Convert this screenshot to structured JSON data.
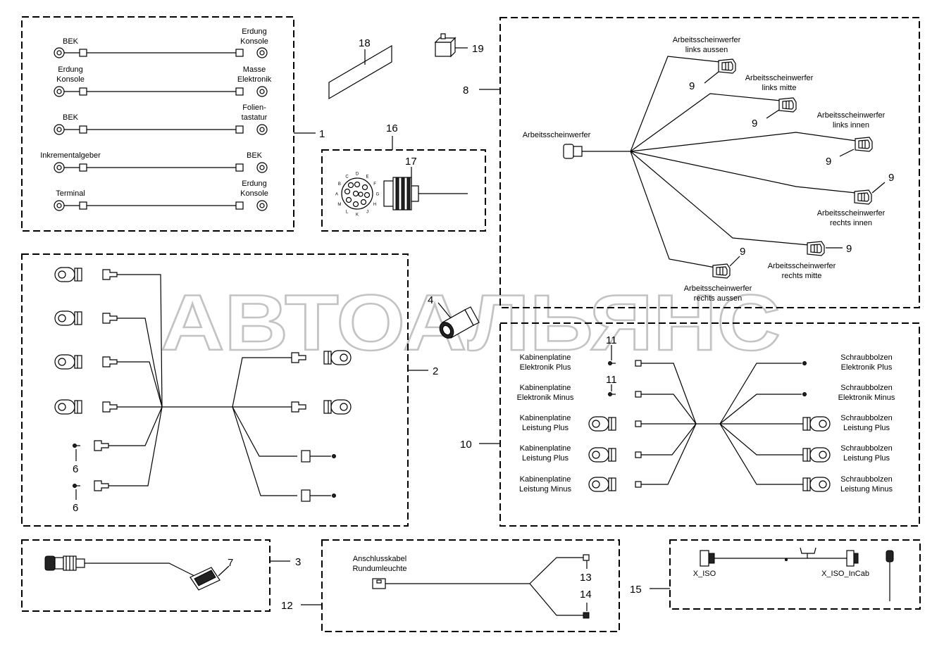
{
  "watermark": "АВТОАЛЬЯНС",
  "group1": {
    "number": "1",
    "cables": [
      {
        "left": [
          "BEK"
        ],
        "right": [
          "Erdung",
          "Konsole"
        ]
      },
      {
        "left": [
          "Erdung",
          "Konsole"
        ],
        "right": [
          "Masse",
          "Elektronik"
        ]
      },
      {
        "left": [
          "BEK"
        ],
        "right": [
          "Folien-",
          "tastatur"
        ]
      },
      {
        "left": [
          "Inkrementalgeber"
        ],
        "right": [
          "BEK"
        ]
      },
      {
        "left": [
          "Terminal"
        ],
        "right": [
          "Erdung",
          "Konsole"
        ]
      }
    ]
  },
  "group2": {
    "number": "2",
    "sub_a": "6",
    "sub_b": "6"
  },
  "group3": {
    "number": "3",
    "sub": "7"
  },
  "part4": "4",
  "group8": {
    "number": "8",
    "main_label": "Arbeitsscheinwerfer",
    "connector_number": "9",
    "branches": [
      [
        "Arbeitsscheinwerfer",
        "links aussen"
      ],
      [
        "Arbeitsscheinwerfer",
        "links mitte"
      ],
      [
        "Arbeitsscheinwerfer",
        "links innen"
      ],
      [
        "Arbeitsscheinwerfer",
        "rechts innen"
      ],
      [
        "Arbeitsscheinwerfer",
        "rechts mitte"
      ],
      [
        "Arbeitsscheinwerfer",
        "rechts aussen"
      ]
    ]
  },
  "group10": {
    "number": "10",
    "sub": "11",
    "left": [
      [
        "Kabinenplatine",
        "Elektronik Plus"
      ],
      [
        "Kabinenplatine",
        "Elektronik Minus"
      ],
      [
        "Kabinenplatine",
        "Leistung Plus"
      ],
      [
        "Kabinenplatine",
        "Leistung Plus"
      ],
      [
        "Kabinenplatine",
        "Leistung Minus"
      ]
    ],
    "right": [
      [
        "Schraubbolzen",
        "Elektronik Plus"
      ],
      [
        "Schraubbolzen",
        "Elektronik Minus"
      ],
      [
        "Schraubbolzen",
        "Leistung Plus"
      ],
      [
        "Schraubbolzen",
        "Leistung Plus"
      ],
      [
        "Schraubbolzen",
        "Leistung Minus"
      ]
    ]
  },
  "group12": {
    "number": "12",
    "label": [
      "Anschlusskabel",
      "Rundumleuchte"
    ],
    "sub_a": "13",
    "sub_b": "14"
  },
  "group15": {
    "number": "15",
    "left_label": "X_ISO",
    "right_label": "X_ISO_InCab"
  },
  "group16": {
    "number": "16",
    "sub": "17",
    "pin_letters": [
      "A",
      "B",
      "C",
      "D",
      "E",
      "F",
      "G",
      "H",
      "J",
      "K",
      "L",
      "M"
    ]
  },
  "part18": "18",
  "part19": "19"
}
